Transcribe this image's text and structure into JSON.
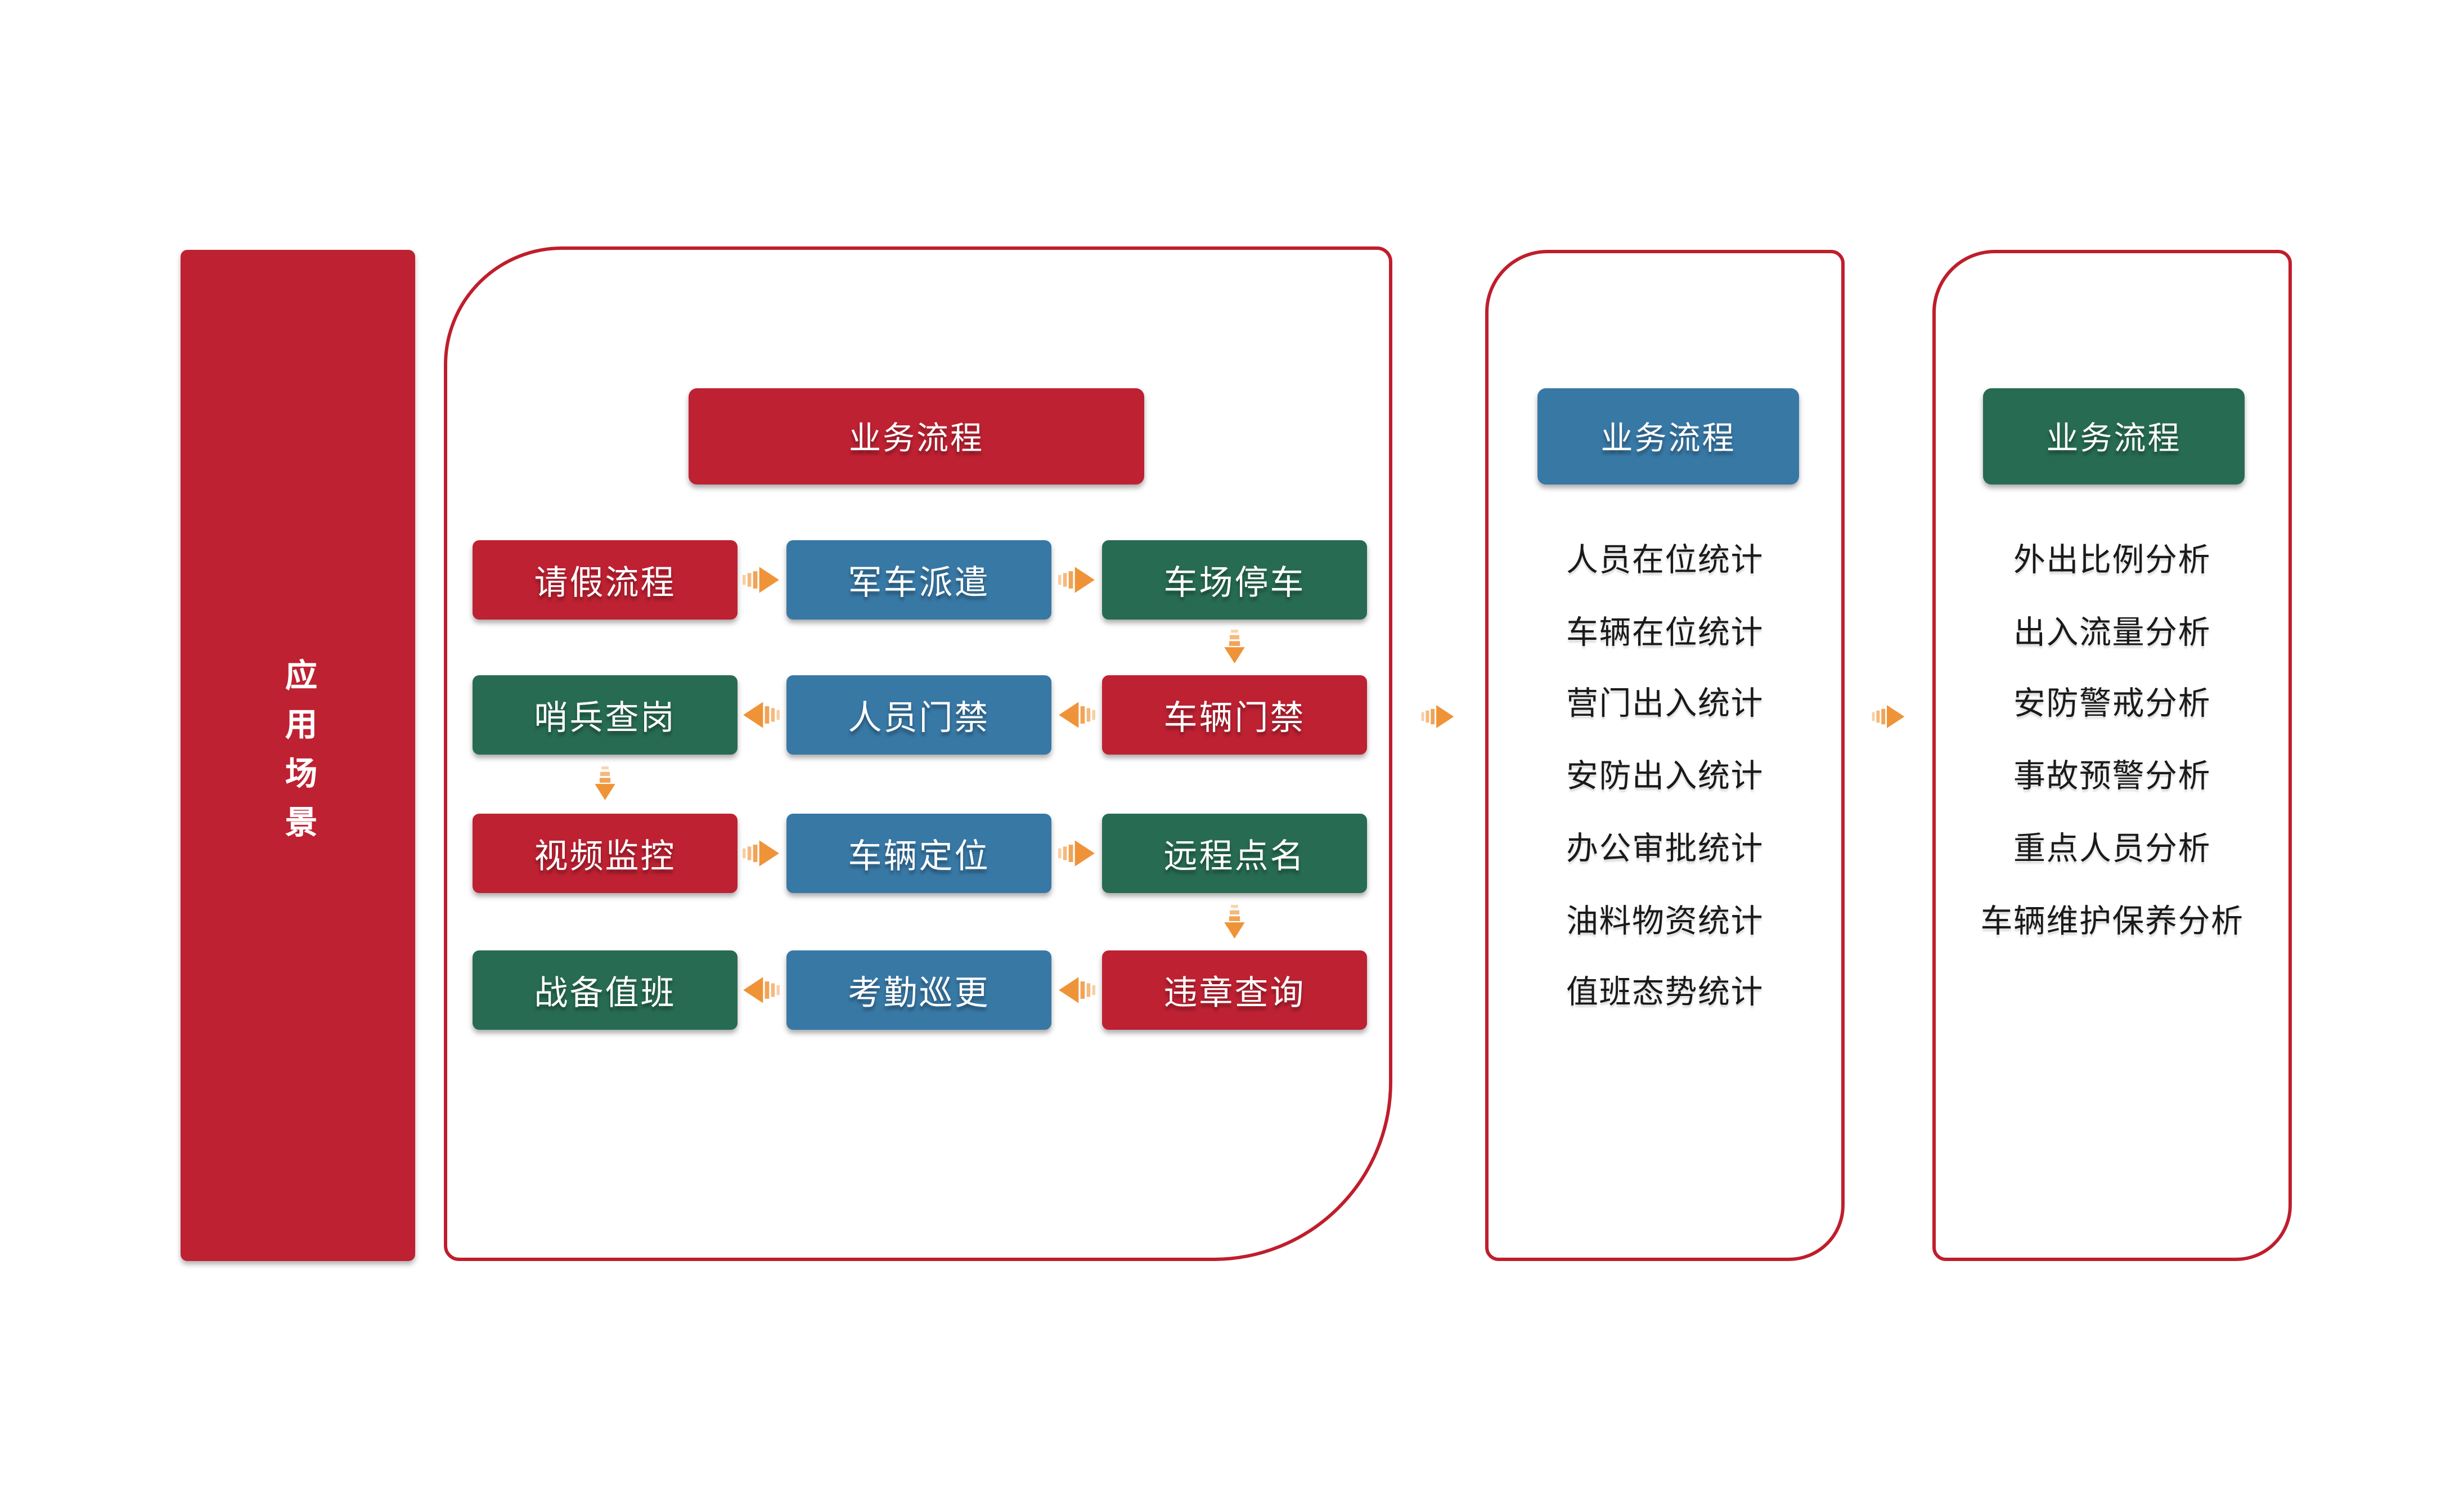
{
  "sidebar": {
    "label": "应用场景"
  },
  "flow_panel": {
    "header": "业务流程",
    "rows": [
      {
        "cells": [
          "请假流程",
          "军车派遣",
          "车场停车"
        ]
      },
      {
        "cells": [
          "哨兵查岗",
          "人员门禁",
          "车辆门禁"
        ]
      },
      {
        "cells": [
          "视频监控",
          "车辆定位",
          "远程点名"
        ]
      },
      {
        "cells": [
          "战备值班",
          "考勤巡更",
          "违章查询"
        ]
      }
    ]
  },
  "stats_panel": {
    "header": "业务流程",
    "items": [
      "人员在位统计",
      "车辆在位统计",
      "营门出入统计",
      "安防出入统计",
      "办公审批统计",
      "油料物资统计",
      "值班态势统计"
    ]
  },
  "analysis_panel": {
    "header": "业务流程",
    "items": [
      "外出比例分析",
      "出入流量分析",
      "安防警戒分析",
      "事故预警分析",
      "重点人员分析",
      "车辆维护保养分析"
    ]
  },
  "colors": {
    "accent_red": "#be2132",
    "accent_blue": "#3878a5",
    "accent_green": "#276b52",
    "accent_orange": "#ef9338",
    "outline_red": "#bf1e2c",
    "text_dark": "#1a1a1a"
  }
}
